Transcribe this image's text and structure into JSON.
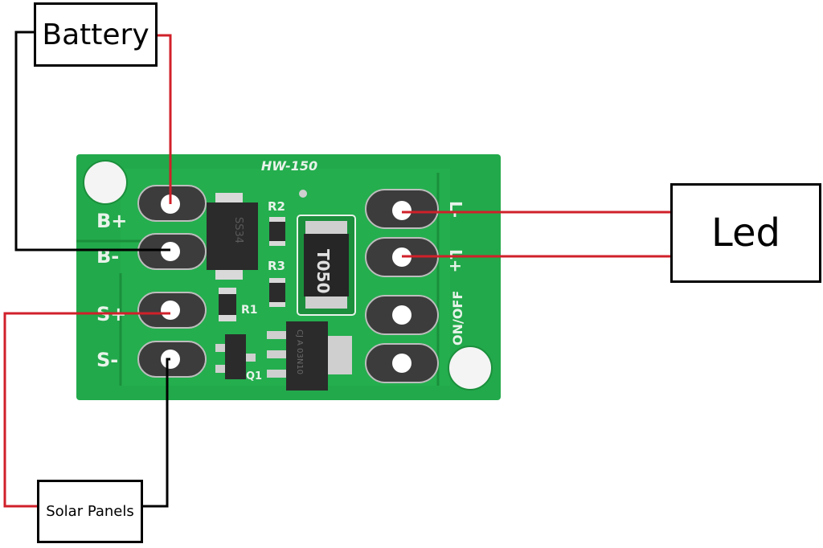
{
  "labels": {
    "battery": "Battery",
    "led": "Led",
    "solar": "Solar Panels"
  },
  "board": {
    "model": "HW-150",
    "pins_left": [
      "B+",
      "B-",
      "S+",
      "S-"
    ],
    "pins_right": [
      "L-",
      "L+"
    ],
    "switch_label": "ON/OFF",
    "components": {
      "r2": "R2",
      "r3": "R3",
      "r1": "R1",
      "q1": "Q1",
      "diode": "SS34",
      "inductor": "T050",
      "ic": "CJ A 03N10"
    }
  },
  "colors": {
    "pcb": "#22a94b",
    "pcb_dark": "#1b8f3c",
    "positive_wire": "#d0202a",
    "negative_wire": "#000000",
    "silkscreen": "#e8f3ea"
  }
}
